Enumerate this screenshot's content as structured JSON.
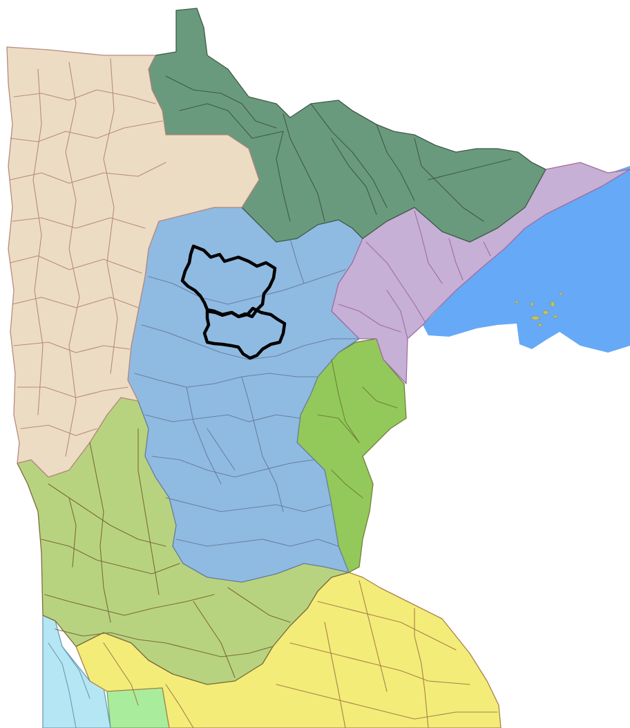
{
  "map": {
    "state": "Minnesota",
    "basins": [
      {
        "id": "red-river",
        "color": "#ecdcc3",
        "line": "#b78a7e"
      },
      {
        "id": "rainy-river",
        "color": "#6a9a7d",
        "line": "#3d5a45"
      },
      {
        "id": "lake-superior",
        "color": "#c6b0d5",
        "line": "#a06ca0"
      },
      {
        "id": "upper-mississippi",
        "color": "#8fbbe2",
        "line": "#6a7fa0"
      },
      {
        "id": "st-croix",
        "color": "#93c95a",
        "line": "#6f7f3a"
      },
      {
        "id": "minnesota-river",
        "color": "#b8d37f",
        "line": "#7b6a3c"
      },
      {
        "id": "lower-mississippi",
        "color": "#f3ec78",
        "line": "#a7804a"
      },
      {
        "id": "missouri-river",
        "color": "#b4e6f3",
        "line": "#6a9bb6"
      },
      {
        "id": "des-moines-river",
        "color": "#a9ed9c",
        "line": "#6fa06a"
      }
    ],
    "water": {
      "id": "lake-superior-water",
      "color": "#66a9f6"
    },
    "highlighted_watersheds": 2,
    "highlight_color": "#000000"
  }
}
